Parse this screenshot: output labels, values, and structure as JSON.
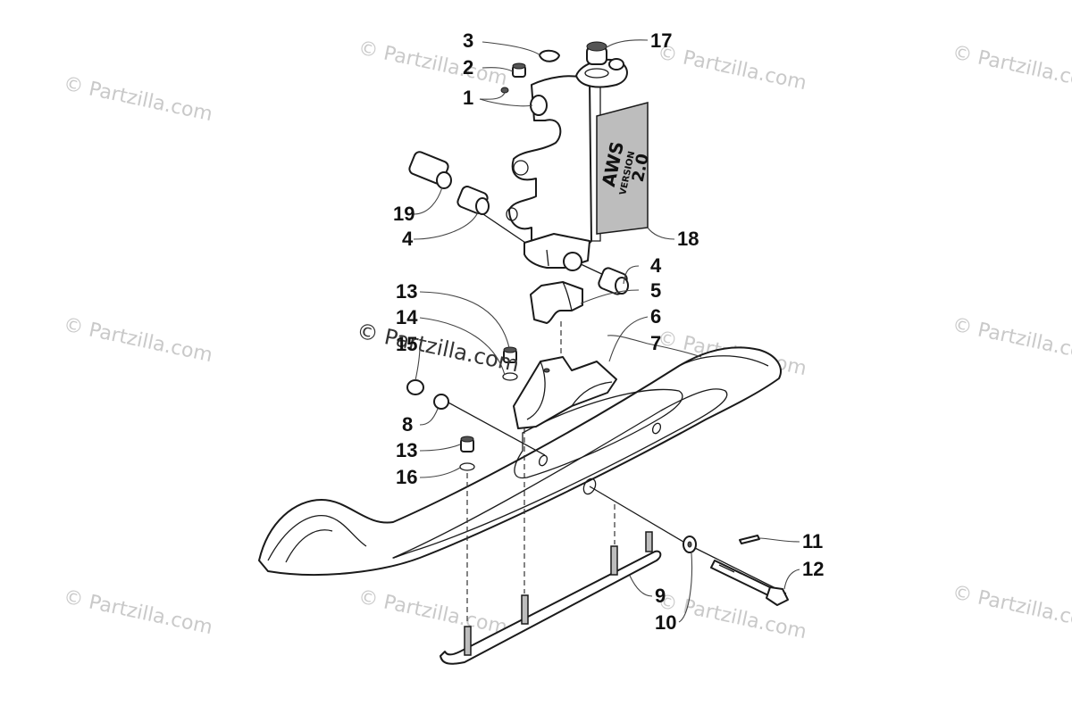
{
  "watermark": {
    "text": "© Partzilla.com"
  },
  "decal": {
    "brand": "AWS",
    "line2": "VERSION",
    "line3": "2.0"
  },
  "callouts": [
    "1",
    "2",
    "3",
    "4",
    "4",
    "5",
    "6",
    "7",
    "8",
    "9",
    "10",
    "11",
    "12",
    "13",
    "13",
    "14",
    "15",
    "16",
    "17",
    "18",
    "19"
  ]
}
